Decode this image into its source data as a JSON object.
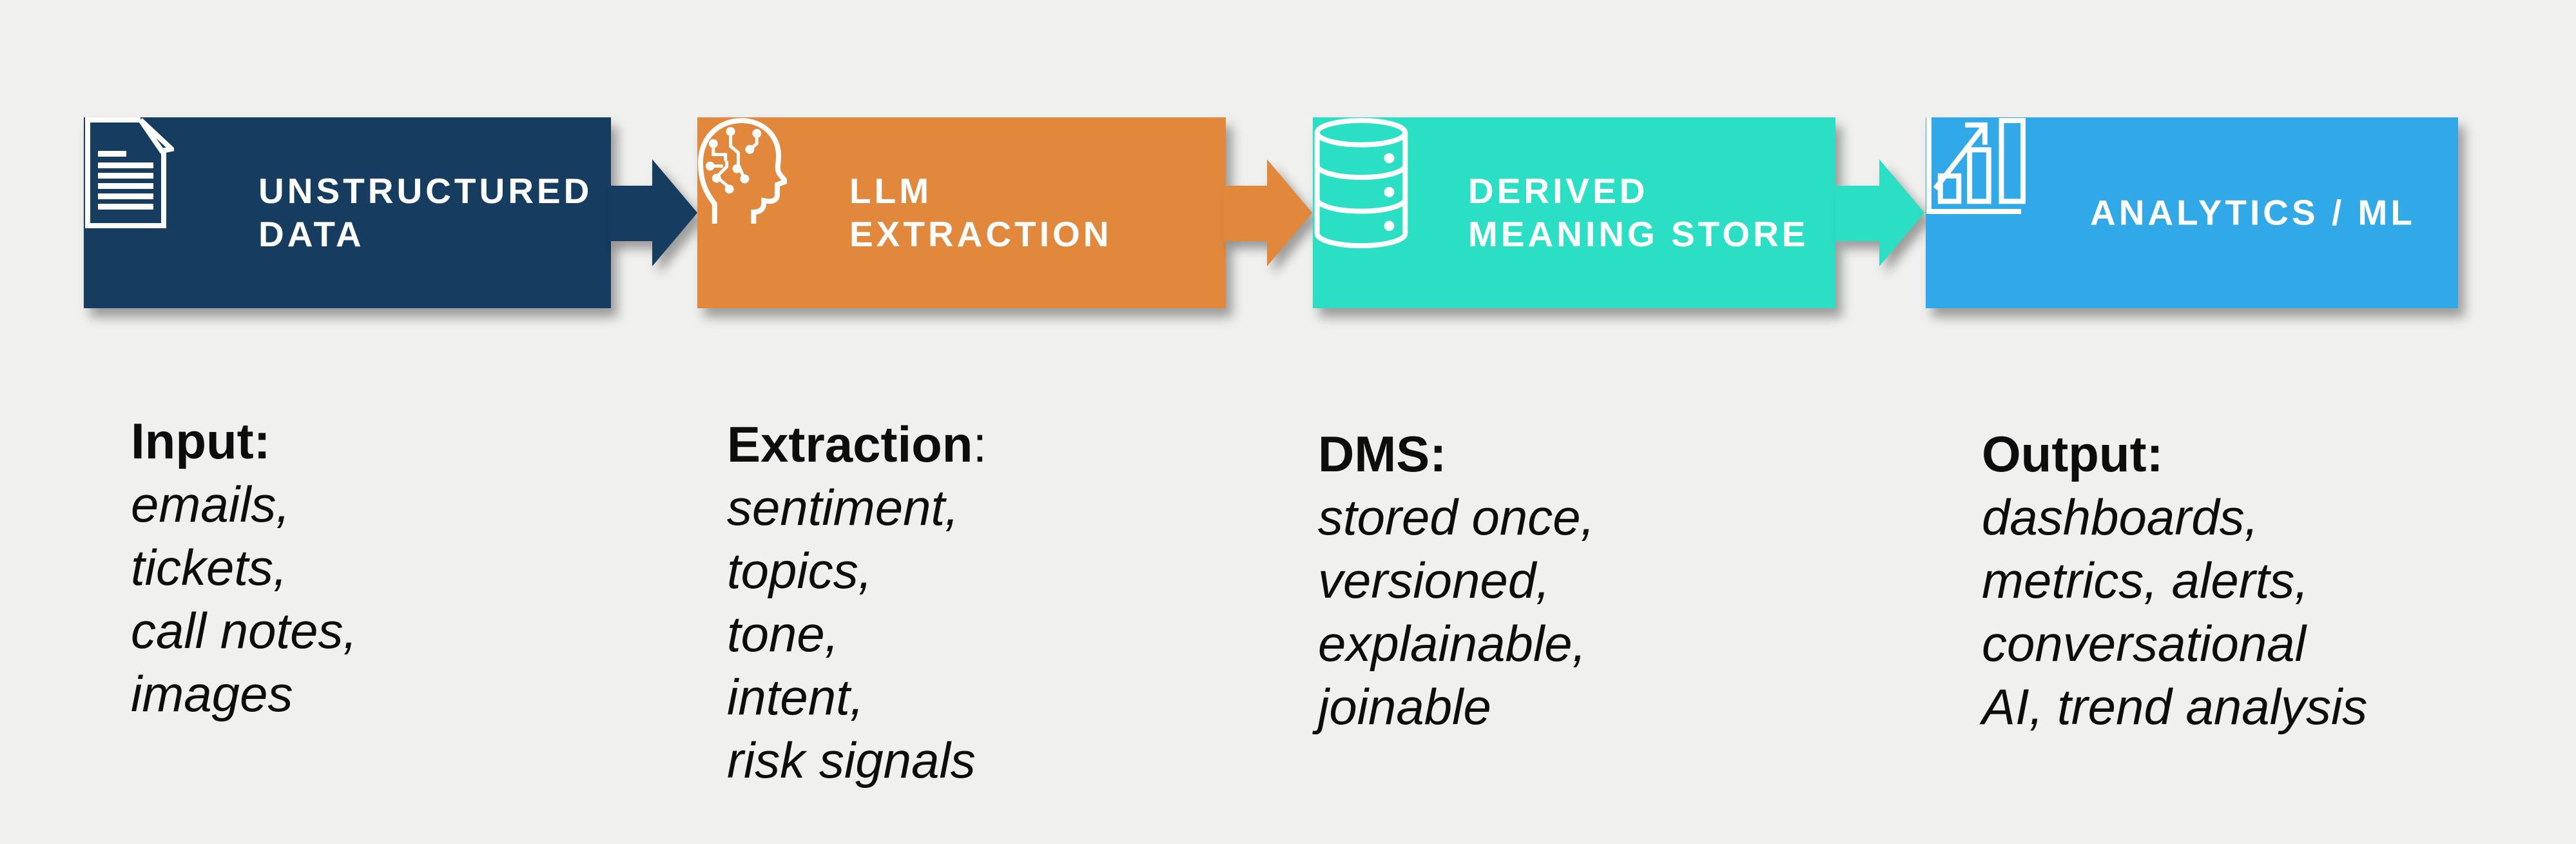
{
  "background_color": "#f0f0ef",
  "text_color": "#0d0d0d",
  "boxes": [
    {
      "label_line1": "UNSTRUCTURED",
      "label_line2": "DATA",
      "color": "#163c5f",
      "icon": "document-icon"
    },
    {
      "label_line1": "LLM",
      "label_line2": "EXTRACTION",
      "color": "#e1883d",
      "icon": "brain-head-icon"
    },
    {
      "label_line1": "DERIVED",
      "label_line2": "MEANING STORE",
      "color": "#2adfc3",
      "icon": "database-icon"
    },
    {
      "label_line1": "ANALYTICS / ML",
      "label_line2": "",
      "color": "#31a8e7",
      "icon": "bar-chart-icon"
    }
  ],
  "arrows": [
    {
      "color": "#163c5f"
    },
    {
      "color": "#e1883d"
    },
    {
      "color": "#2adfc3"
    }
  ],
  "columns": [
    {
      "title": "Input",
      "colon": ":",
      "items": [
        "emails,",
        "tickets,",
        "call notes,",
        "images"
      ]
    },
    {
      "title": "Extraction",
      "colon": ":",
      "items": [
        "sentiment,",
        "topics,",
        "tone,",
        "intent,",
        "risk signals"
      ]
    },
    {
      "title": "DMS",
      "colon": ":",
      "items": [
        "stored once,",
        "versioned,",
        "explainable,",
        "joinable"
      ]
    },
    {
      "title": "Output",
      "colon": ":",
      "items": [
        "dashboards,",
        "metrics, alerts,",
        "conversational",
        "AI, trend analysis"
      ]
    }
  ]
}
